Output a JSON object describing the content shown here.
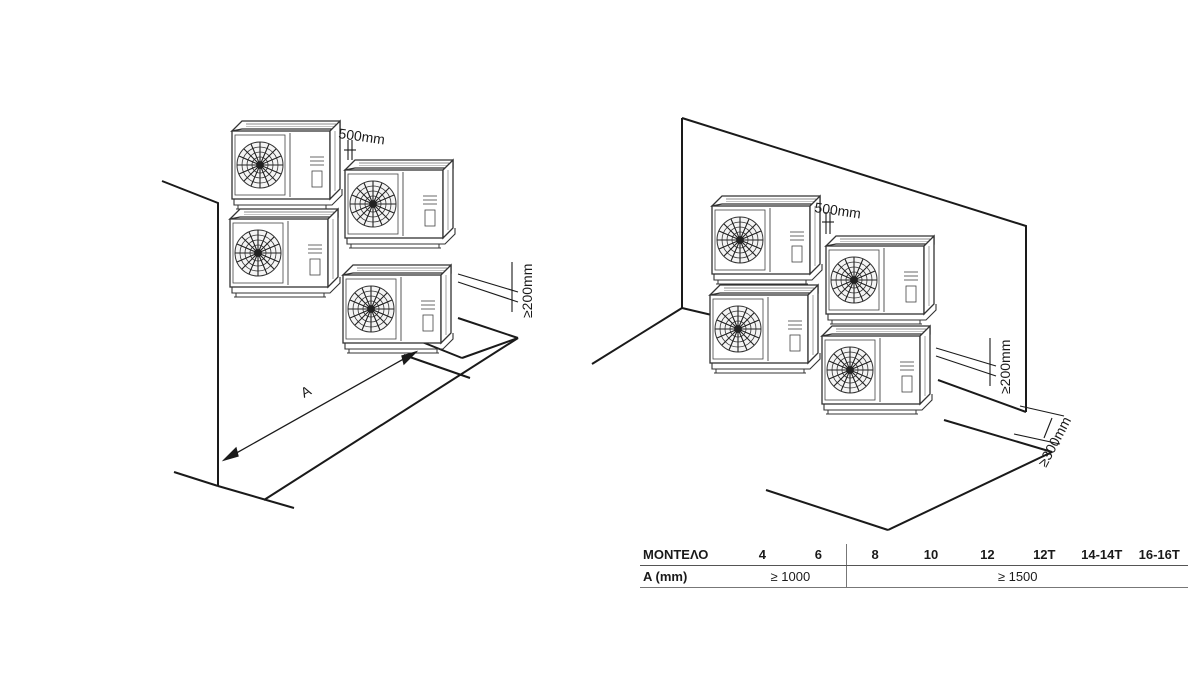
{
  "left": {
    "gap_label": "500mm",
    "height_label": "≥200mm",
    "distance_label": "A"
  },
  "right": {
    "gap_label": "500mm",
    "height_label": "≥200mm",
    "depth_label": "≥300mm"
  },
  "table": {
    "model_header": "ΜΟΝΤΕΛΟ",
    "models": [
      "4",
      "6",
      "8",
      "10",
      "12",
      "12T",
      "14-14T",
      "16-16T"
    ],
    "a_header": "A (mm)",
    "a_small": "≥ 1000",
    "a_large": "≥ 1500"
  }
}
